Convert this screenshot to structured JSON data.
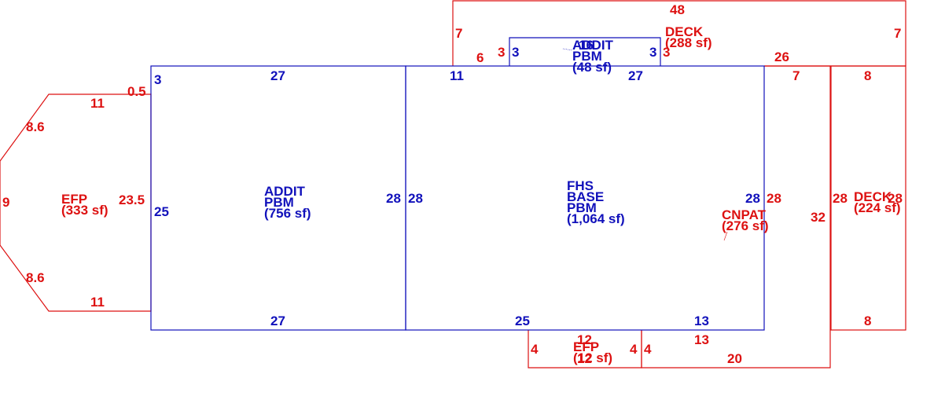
{
  "colors": {
    "red": "#dd1111",
    "blue": "#1111bb"
  },
  "areas": {
    "efp_left": {
      "name": "EFP",
      "area": "(333 sf)"
    },
    "addit_main": {
      "line1": "ADDIT",
      "line2": "PBM",
      "area": "(756 sf)"
    },
    "fhs_base": {
      "line1": "FHS",
      "line2": "BASE",
      "line3": "PBM",
      "area": "(1,064 sf)"
    },
    "addit_top": {
      "line1": "ADDIT",
      "line2": "PBM",
      "area": "(48 sf)"
    },
    "deck_top": {
      "name": "DECK",
      "area": "(288 sf)"
    },
    "deck_right": {
      "name": "DECK",
      "area": "(224 sf)"
    },
    "cnpat": {
      "name": "CNPAT",
      "area": "(276 sf)"
    },
    "efp_bottom": {
      "name": "EFP",
      "area": "(12 sf)"
    }
  },
  "dimensions": {
    "efp_top": "11",
    "efp_diag_top": "8.6",
    "efp_left": "9",
    "efp_diag_bottom": "8.6",
    "efp_bottom": "11",
    "efp_right": "23.5",
    "efp_offset": "0.5",
    "addit_top": "27",
    "addit_bottom": "27",
    "addit_left": "25",
    "addit_right": "28",
    "addit_offset": "3",
    "fhs_left": "28",
    "fhs_top_left": "11",
    "fhs_top_right": "27",
    "fhs_right": "28",
    "fhs_bottom_left": "25",
    "fhs_bottom_right": "13",
    "addit_top_width": "16",
    "addit_top_left": "3",
    "addit_top_right": "3",
    "deck_top_width": "48",
    "deck_top_left": "7",
    "deck_top_right": "7",
    "deck_top_step_left": "6",
    "deck_top_step_left_b": "3",
    "deck_top_step_right": "3",
    "deck_top_bottom_right": "26",
    "cnpat_top": "7",
    "cnpat_left": "28",
    "cnpat_right": "32",
    "cnpat_bottom_a": "13",
    "cnpat_bottom_b": "20",
    "deck_right_top": "8",
    "deck_right_bottom": "8",
    "deck_right_left": "28",
    "deck_right_right": "28",
    "efp_bottom_top": "12",
    "efp_bottom_left": "4",
    "efp_bottom_right": "4",
    "efp_bottom_right_b": "4",
    "efp_bottom_bottom": "12"
  }
}
